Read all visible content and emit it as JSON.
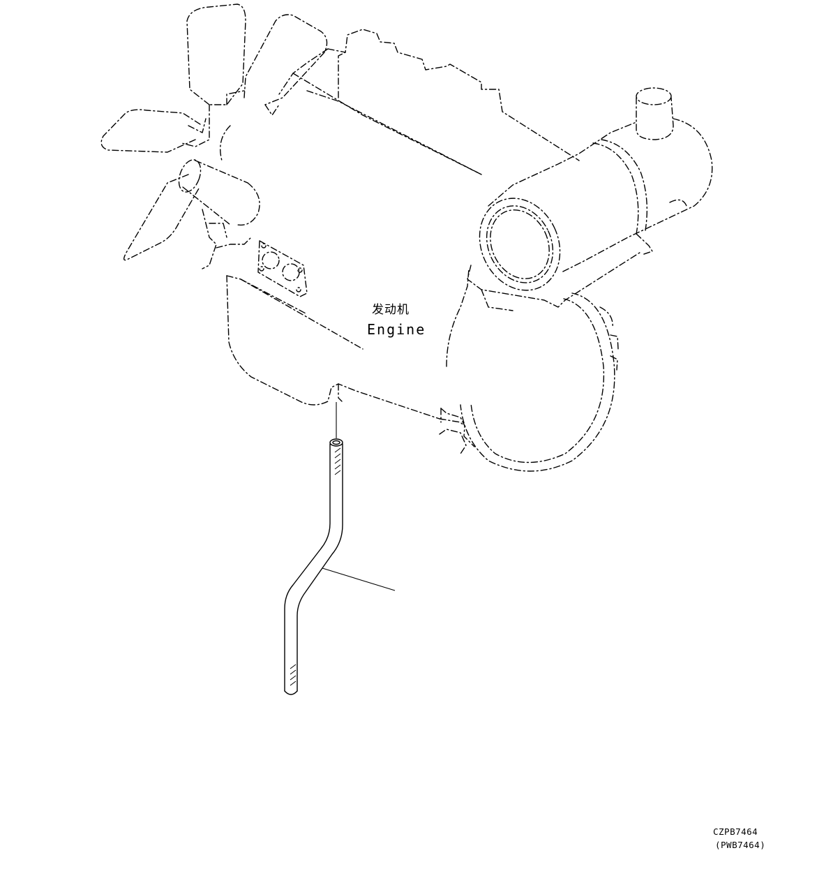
{
  "labels": {
    "engine_cn": "发动机",
    "engine_en": "Engine"
  },
  "codes": {
    "main": "CZPB7464",
    "alt": "(PWB7464)"
  }
}
